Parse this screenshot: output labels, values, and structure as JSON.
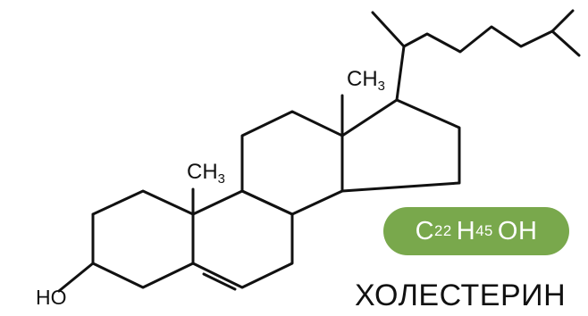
{
  "labels": {
    "methyl_c18": {
      "element": "CH",
      "subscript": "3"
    },
    "methyl_c19": {
      "element": "CH",
      "subscript": "3"
    },
    "hydroxyl": "HO"
  },
  "formula": {
    "c": "C",
    "c_count": "22",
    "h": "H",
    "h_count": "45",
    "oh": "OH",
    "badge_color": "#79a84c"
  },
  "compound_name": "ХОЛЕСТЕРИН",
  "colors": {
    "bonds": "#111111",
    "text": "#111111",
    "background": "#ffffff"
  }
}
